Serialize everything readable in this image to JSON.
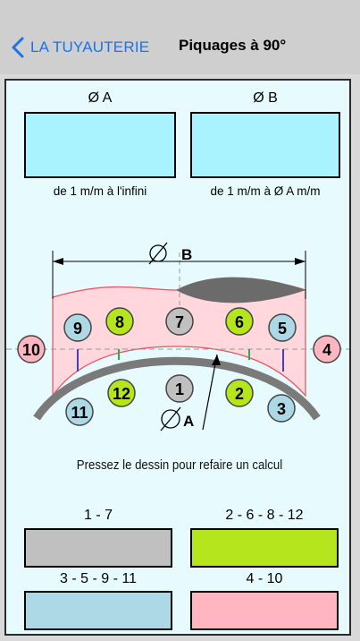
{
  "nav": {
    "back_label": "LA TUYAUTERIE",
    "title": "Piquages à 90°"
  },
  "inputs": {
    "a_label": "Ø A",
    "b_label": "Ø B",
    "a_value": "",
    "b_value": "",
    "a_note": "de 1 m/m à l'infini",
    "b_note": "de 1 m/m à Ø A m/m"
  },
  "diagram": {
    "label_b": "B",
    "label_a": "A",
    "points": [
      "1",
      "2",
      "3",
      "4",
      "5",
      "6",
      "7",
      "8",
      "9",
      "10",
      "11",
      "12"
    ]
  },
  "hint": "Pressez le dessin pour refaire un calcul",
  "results": {
    "g1_label": "1 - 7",
    "g2_label": "2 - 6 - 8 - 12",
    "g3_label": "3 - 5 - 9 - 11",
    "g4_label": "4 - 10",
    "g1_value": "",
    "g2_value": "",
    "g3_value": "",
    "g4_value": ""
  },
  "colors": {
    "accent": "#1a73e8",
    "field": "#a8f3ff",
    "gray": "#c0c0c0",
    "green": "#b5e61d",
    "blue": "#add8e6",
    "pink": "#ffb6c1"
  }
}
